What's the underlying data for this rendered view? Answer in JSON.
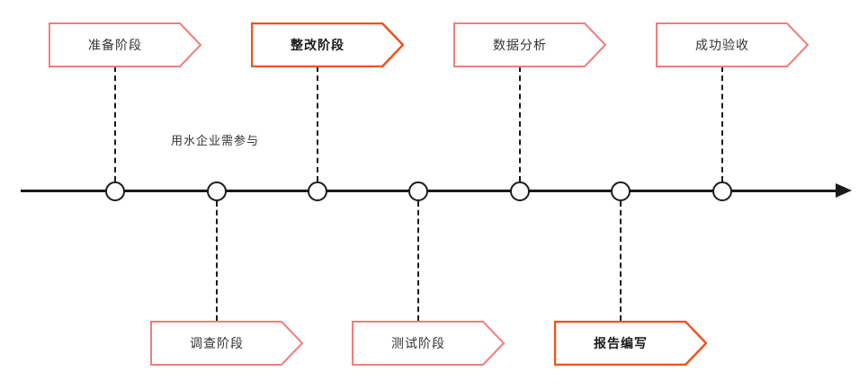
{
  "diagram": {
    "type": "timeline",
    "direction": "left-to-right",
    "background": "#ffffff"
  },
  "colors": {
    "accent_pink": "#f47c7c",
    "accent_orange": "#f4511e",
    "line": "#1a1a1a",
    "text": "#333333",
    "banner_fill": "#ffffff"
  },
  "annotation": {
    "text": "用水企业需参与"
  },
  "timeline": {
    "nodes": [
      {
        "label": "准备阶段",
        "position": "above",
        "emphasis": false
      },
      {
        "label": "调查阶段",
        "position": "below",
        "emphasis": false
      },
      {
        "label": "整改阶段",
        "position": "above",
        "emphasis": true
      },
      {
        "label": "测试阶段",
        "position": "below",
        "emphasis": false
      },
      {
        "label": "数据分析",
        "position": "above",
        "emphasis": false
      },
      {
        "label": "报告编写",
        "position": "below",
        "emphasis": true
      },
      {
        "label": "成功验收",
        "position": "above",
        "emphasis": false
      }
    ]
  }
}
